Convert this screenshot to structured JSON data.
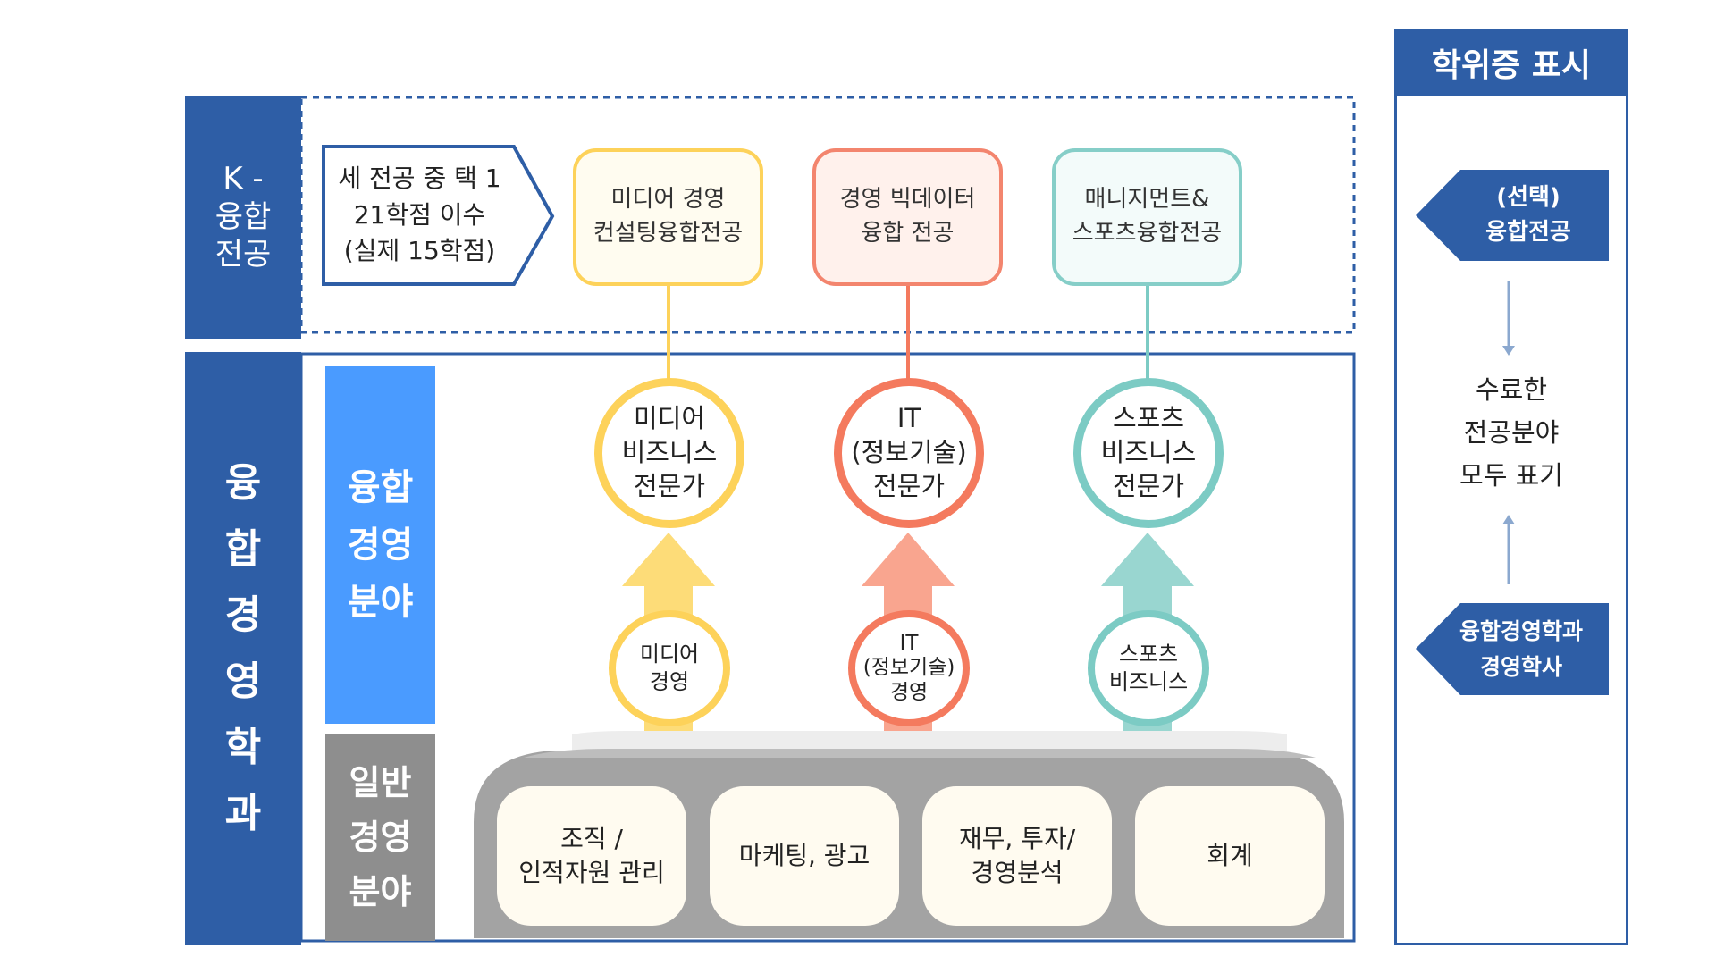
{
  "colors": {
    "navy": "#2E5EA6",
    "blue_band": "#4A9BFF",
    "gray_band": "#8E8E8E",
    "yellow": "#FDD25A",
    "coral": "#F47A5E",
    "teal": "#7CCBC4",
    "foundation": "#A3A3A3"
  },
  "k_section": {
    "label": "K -\n융합\n전공",
    "pentagon_text": "세 전공 중 택 1\n21학점 이수\n(실제 15학점)",
    "majors": [
      {
        "text": "미디어 경영\n컨설팅융합전공",
        "color": "#FDD25A",
        "fill": "#FFFCF0"
      },
      {
        "text": "경영 빅데이터\n융합 전공",
        "color": "#F3856E",
        "fill": "#FFF1EC"
      },
      {
        "text": "매니지먼트&\n스포츠융합전공",
        "color": "#86CEC8",
        "fill": "#F3FBFA"
      }
    ]
  },
  "dept": {
    "label": "융\n합\n경\n영\n학\n과",
    "band_fusion": "융합\n경영\n분야",
    "band_general": "일반\n경영\n분야",
    "experts": [
      {
        "text": "미디어\n비즈니스\n전문가",
        "color": "#FDD25A"
      },
      {
        "text": "IT\n(정보기술)\n전문가",
        "color": "#F47A5E"
      },
      {
        "text": "스포츠\n비즈니스\n전문가",
        "color": "#7CCBC4"
      }
    ],
    "tracks": [
      {
        "text": "미디어\n경영",
        "color": "#FDD25A",
        "arrow": "#FDDC78"
      },
      {
        "text": "IT\n(정보기술)\n경영",
        "color": "#F47A5E",
        "arrow": "#F9A58F"
      },
      {
        "text": "스포츠\n비즈니스",
        "color": "#7CCBC4",
        "arrow": "#99D6D0"
      }
    ],
    "foundations": [
      "조직 /\n인적자원 관리",
      "마케팅, 광고",
      "재무, 투자/\n경영분석",
      "회계"
    ]
  },
  "degree": {
    "title": "학위증 표시",
    "top_tag": "(선택)\n융합전공",
    "middle_text": "수료한\n전공분야\n모두 표기",
    "bottom_tag": "융합경영학과\n경영학사"
  }
}
